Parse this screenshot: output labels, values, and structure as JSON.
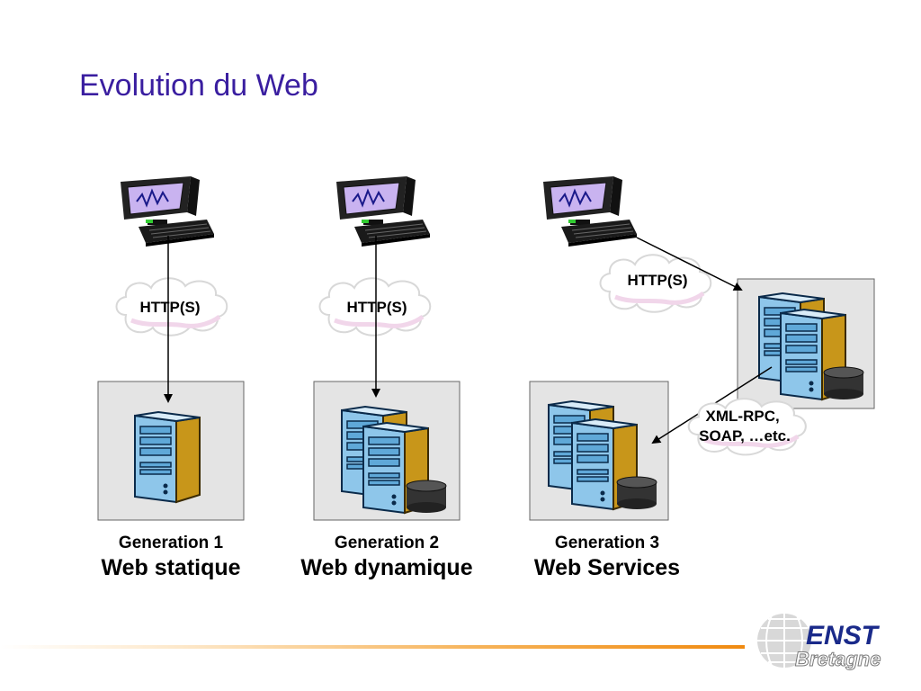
{
  "title": "Evolution du Web",
  "generations": [
    {
      "number_label": "Generation 1",
      "name": "Web statique",
      "protocol": "HTTP(S)"
    },
    {
      "number_label": "Generation 2",
      "name": "Web dynamique",
      "protocol": "HTTP(S)"
    },
    {
      "number_label": "Generation 3",
      "name": "Web Services",
      "protocol": "HTTP(S)",
      "inter_server_protocol": [
        "XML-RPC,",
        "SOAP, …etc."
      ]
    }
  ],
  "logo": {
    "line1": "ENST",
    "line2": "Bretagne"
  },
  "colors": {
    "title": "#3a1ea0",
    "accent_rule": "#f08a10",
    "server_front": "#8ec6ea",
    "server_side": "#c8961a",
    "monitor_screen": "#c9b3f0",
    "cloud": "#ffffff"
  }
}
